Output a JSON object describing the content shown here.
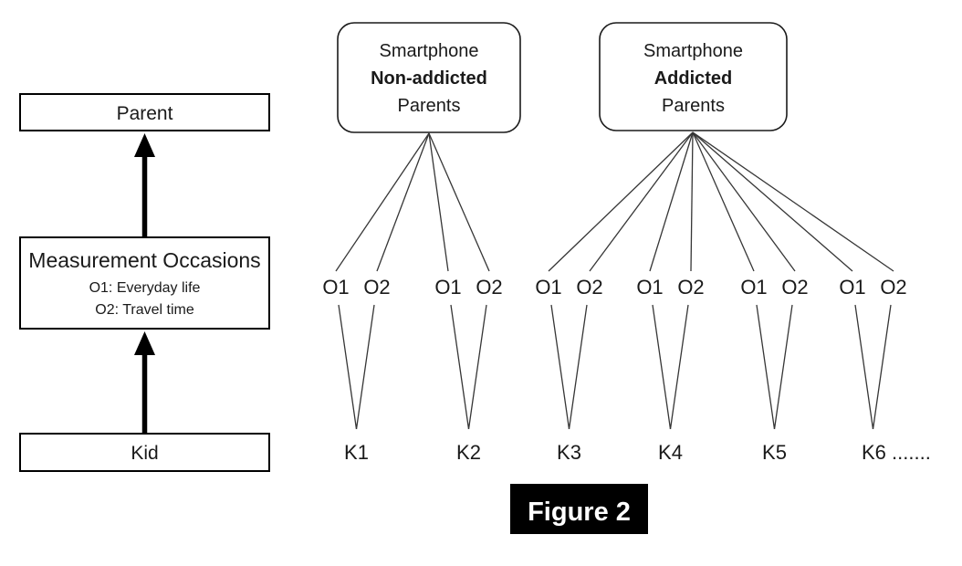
{
  "colors": {
    "background": "#ffffff",
    "ink": "#1a1a1a",
    "line": "#363636",
    "figure_label_bg": "#000000",
    "figure_label_fg": "#ffffff"
  },
  "left_flow": {
    "parent_label": "Parent",
    "measurement_title": "Measurement Occasions",
    "measurement_sub1": "O1: Everyday life",
    "measurement_sub2": "O2: Travel time",
    "kid_label": "Kid"
  },
  "parent_groups": [
    {
      "line1": "Smartphone",
      "line2": "Non-addicted",
      "line3": "Parents"
    },
    {
      "line1": "Smartphone",
      "line2": "Addicted",
      "line3": "Parents"
    }
  ],
  "kids": [
    {
      "label": "K1",
      "o1": "O1",
      "o2": "O2"
    },
    {
      "label": "K2",
      "o1": "O1",
      "o2": "O2"
    },
    {
      "label": "K3",
      "o1": "O1",
      "o2": "O2"
    },
    {
      "label": "K4",
      "o1": "O1",
      "o2": "O2"
    },
    {
      "label": "K5",
      "o1": "O1",
      "o2": "O2"
    },
    {
      "label": "K6 .......",
      "o1": "O1",
      "o2": "O2"
    }
  ],
  "figure_caption": "Figure 2"
}
